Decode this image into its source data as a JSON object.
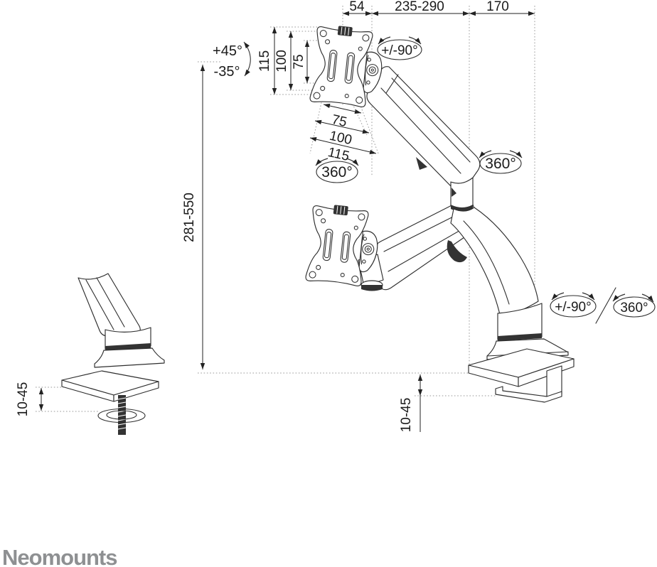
{
  "drawing": {
    "top_dims": {
      "head_offset": "54",
      "arm_reach": "235-290",
      "base_offset": "170"
    },
    "vesa_vertical": {
      "v115": "115",
      "v100": "100",
      "v75": "75"
    },
    "vesa_horizontal": {
      "h75": "75",
      "h100": "100",
      "h115": "115"
    },
    "tilt": {
      "up": "+45°",
      "down": "-35°"
    },
    "rotation": {
      "head_swivel": "+/-90°",
      "vesa_rotate": "360°",
      "elbow_rotate": "360°",
      "base_swivel": "+/-90°",
      "base_rotate": "360°"
    },
    "height_range": "281-550",
    "desk_thickness_detail": "10-45",
    "desk_thickness_base": "10-45",
    "brand": "Neomounts"
  },
  "colors": {
    "line": "#2e2e2e",
    "dim_text": "#1b1b1b",
    "dotted": "#9a9a9a",
    "logo": "#8e9092"
  }
}
